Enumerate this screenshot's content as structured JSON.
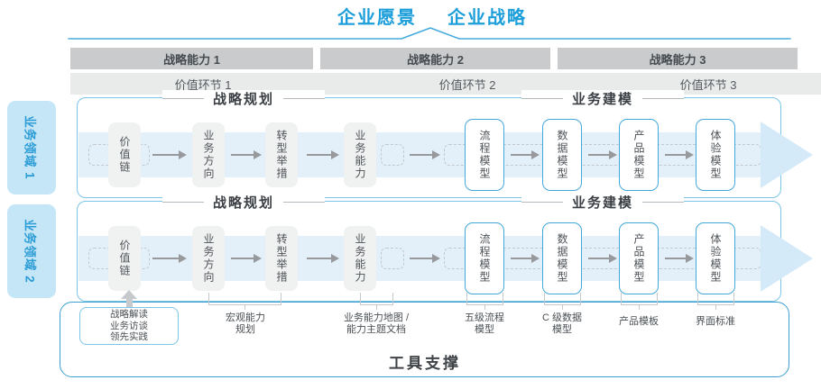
{
  "title": {
    "vision": "企业愿景",
    "strategy": "企业战略"
  },
  "top_bands": {
    "capabilities": [
      "战略能力 1",
      "战略能力 2",
      "战略能力 3"
    ],
    "value_links": [
      "价值环节 1",
      "价值环节 2",
      "价值环节 3"
    ]
  },
  "domains": [
    "业务领域 1",
    "业务领域 2"
  ],
  "sections": {
    "planning": "战略规划",
    "modeling": "业务建模"
  },
  "pipeline": {
    "strategy_boxes": [
      "价值链",
      "业务方向",
      "转型举措",
      "业务能力"
    ],
    "modeling_boxes": [
      "流程模型",
      "数据模型",
      "产品模型",
      "体验模型"
    ]
  },
  "footer": {
    "practice_box": "战略解读\n业务访谈\n领先实践",
    "deliverables": [
      "宏观能力\n规划",
      "业务能力地图 /\n能力主题文档",
      "五级流程\n模型",
      "C 级数据\n模型",
      "产品模板",
      "界面标准"
    ],
    "tool_support": "工具支撑"
  },
  "colors": {
    "accent_blue": "#1b9ed9",
    "panel_border": "#7cc5e8",
    "band_fill": "#e3f0fa",
    "box_border_blue": "#42a7da",
    "band_dark": "#c9cbcc",
    "band_light": "#e9ebeb"
  }
}
